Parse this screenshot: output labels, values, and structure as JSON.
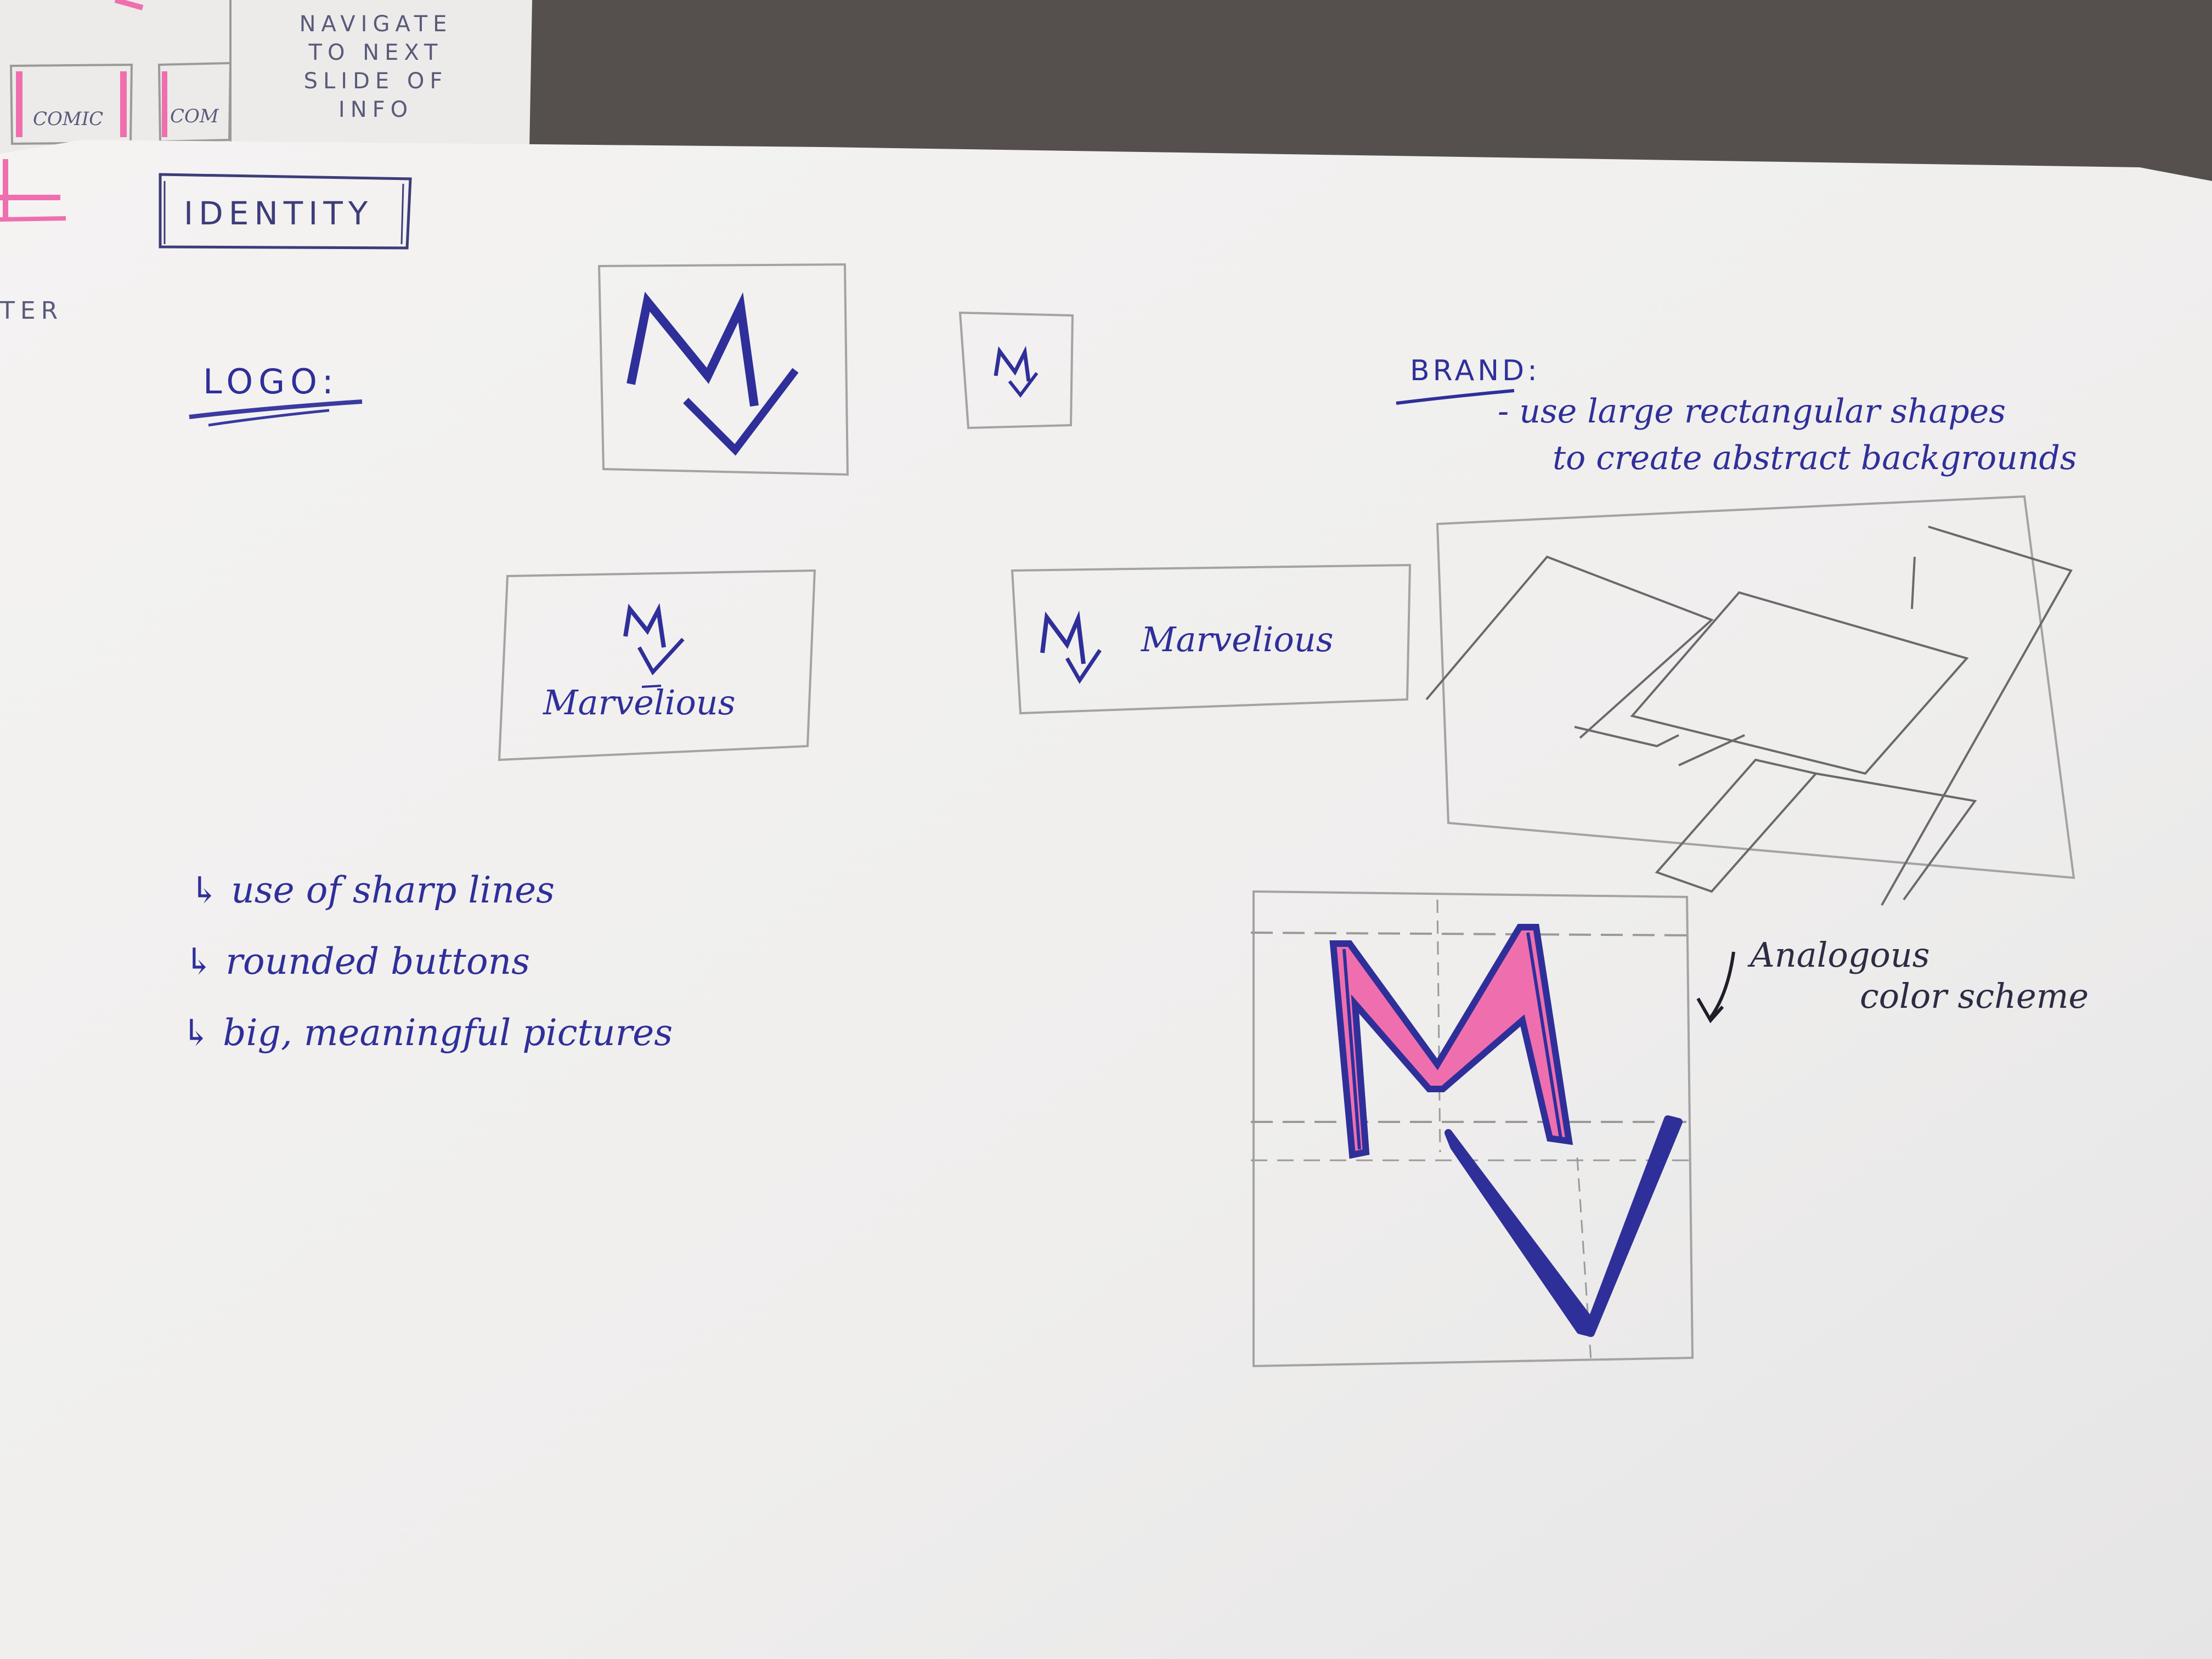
{
  "scene": {
    "colors": {
      "desk": "#55504d",
      "paper": "#f3f2f1",
      "pencil": "#8c8c8c",
      "ink_blue": "#2f2f9a",
      "ink_pink": "#ef6fae",
      "ink_black": "#2c2c44"
    },
    "back_sheet": {
      "note": "NAVIGATE TO NEXT SLIDE OF INFO",
      "box_label_1": "COMIC",
      "box_label_2": "COM",
      "partial_word": "TER"
    },
    "main_sheet": {
      "title": "IDENTITY",
      "logo_heading": "LOGO:",
      "wordmark": "Marvelious",
      "brand_heading": "BRAND:",
      "brand_note_1": "- use large rectangular shapes",
      "brand_note_2": "to create abstract backgrounds",
      "bullets": [
        "↳ use of sharp lines",
        "↳ rounded buttons",
        "↳ big, meaningful pictures"
      ],
      "color_note_1": "Analogous",
      "color_note_2": "color scheme"
    }
  }
}
